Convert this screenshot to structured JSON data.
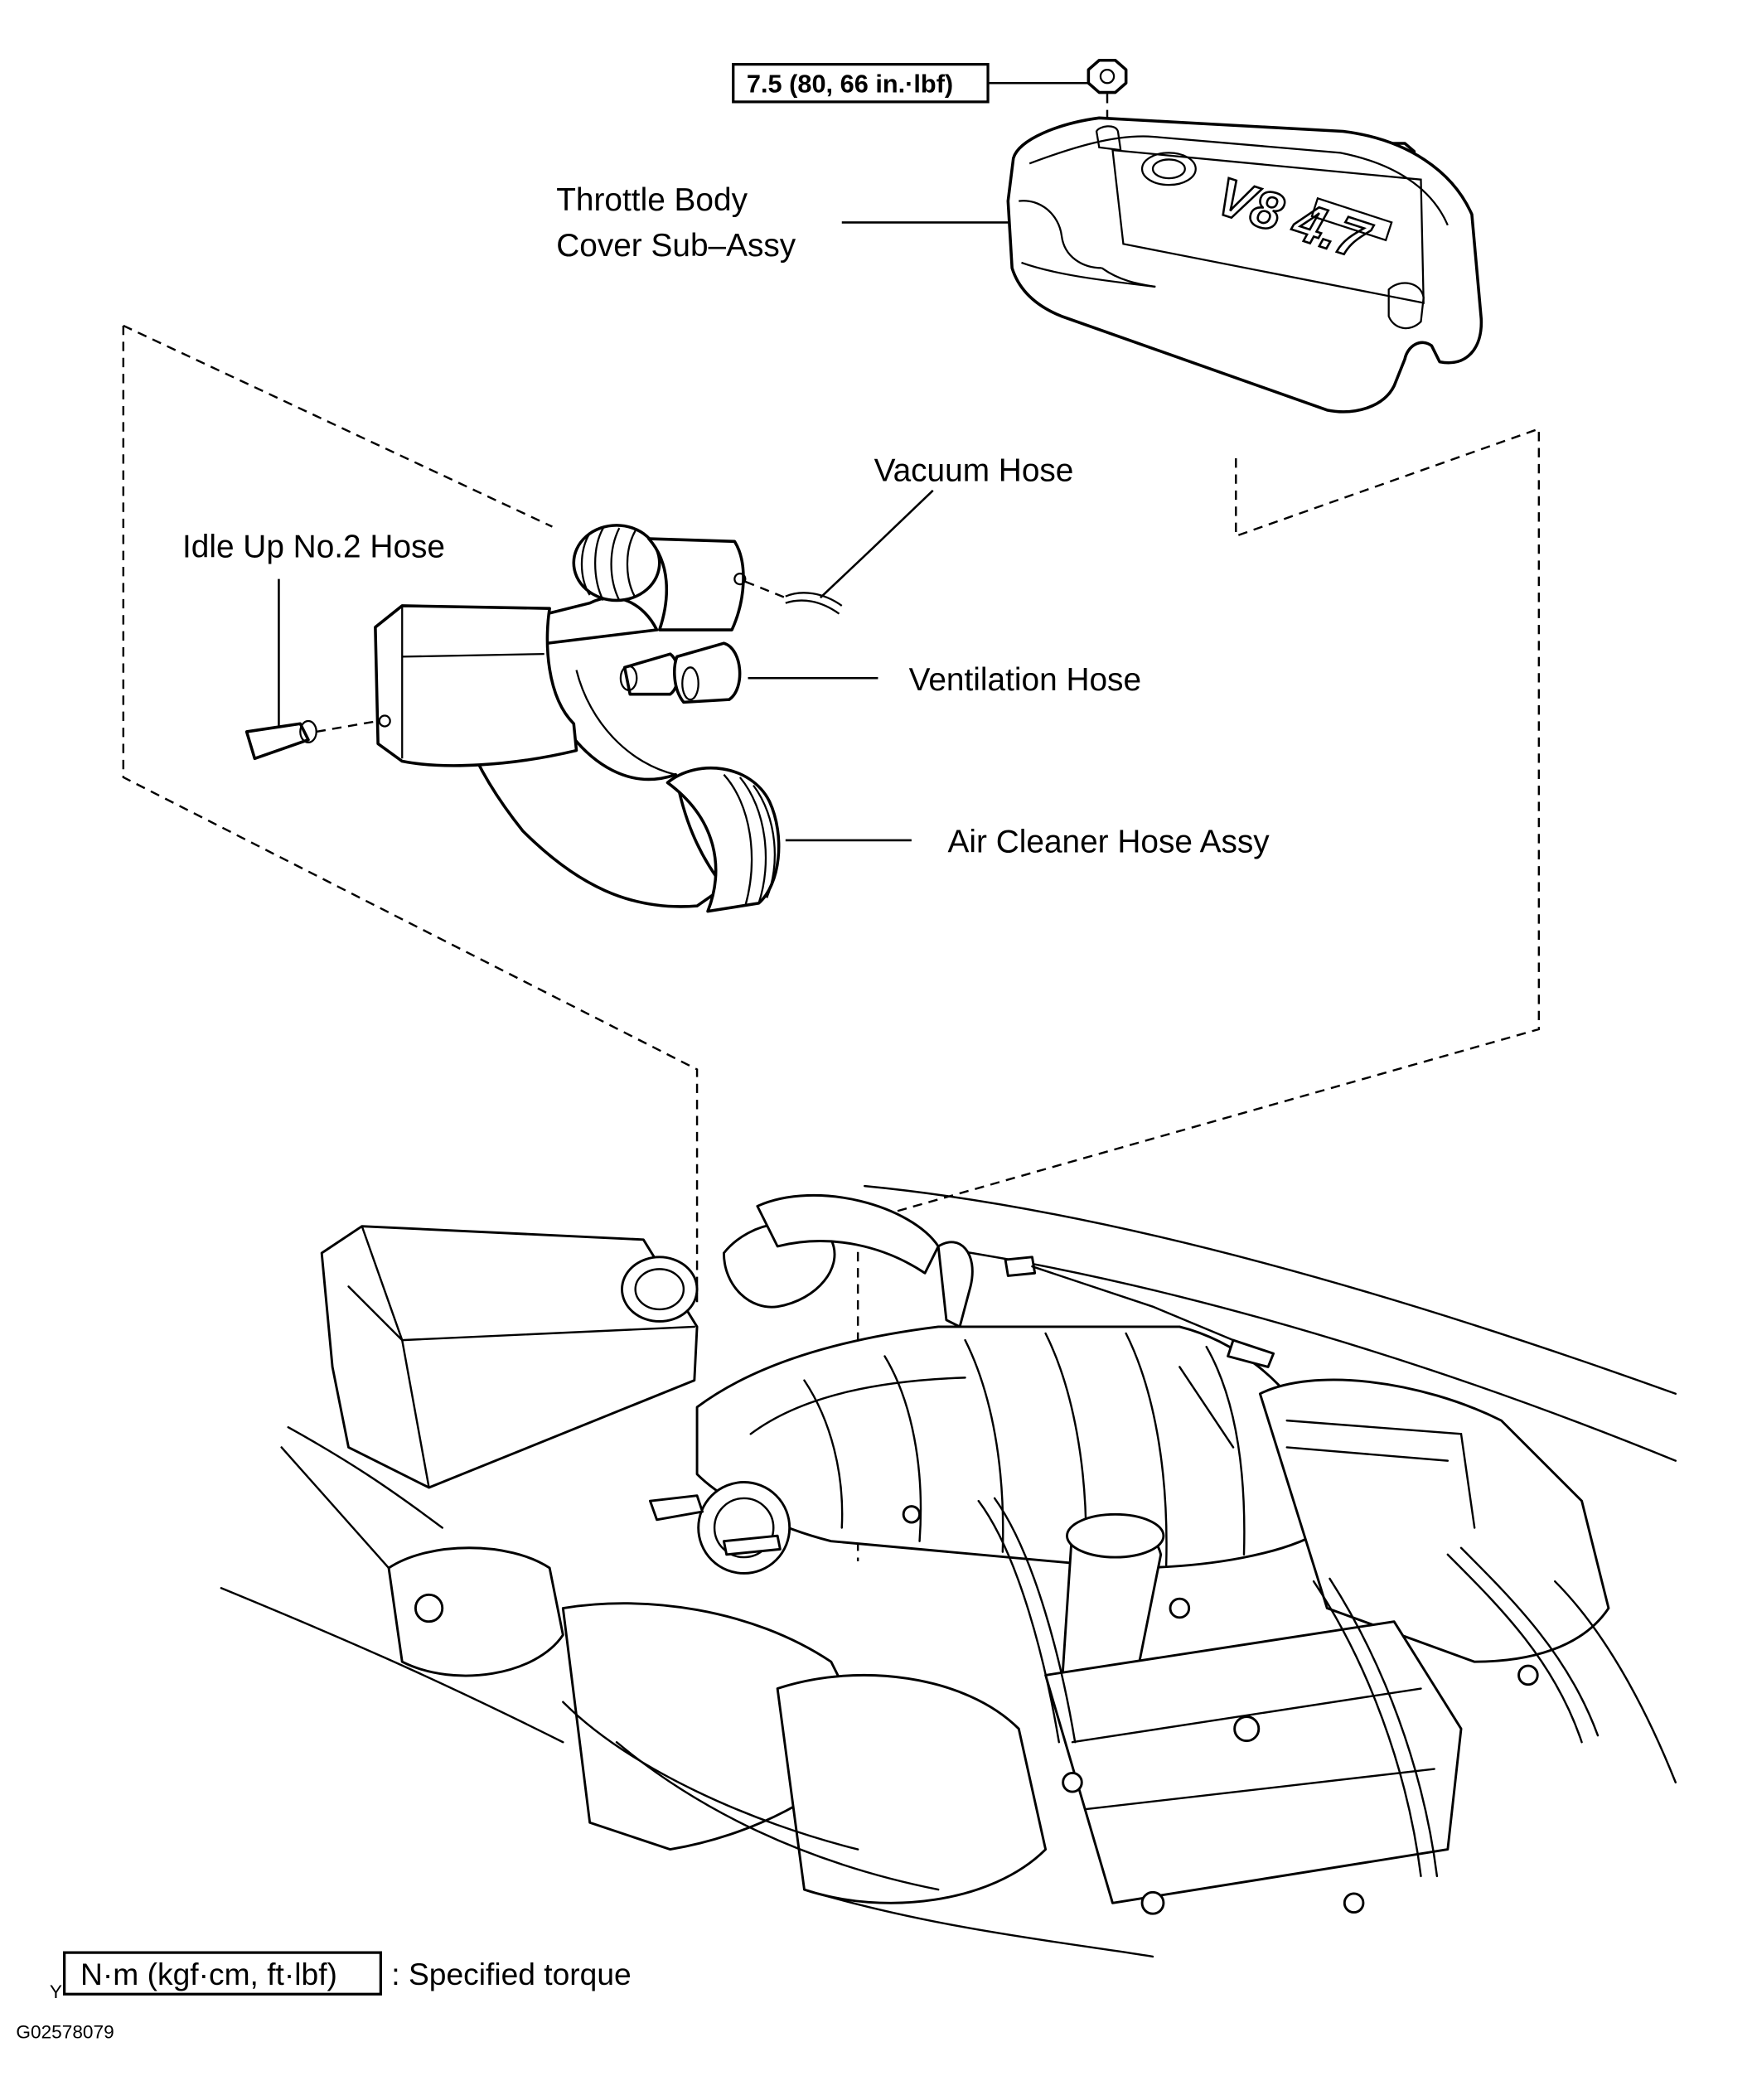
{
  "labels": {
    "torque_spec": "7.5 (80, 66 in.·lbf)",
    "throttle_cover_line1": "Throttle Body",
    "throttle_cover_line2": "Cover Sub–Assy",
    "vacuum_hose": "Vacuum Hose",
    "idle_up_hose": "Idle Up No.2 Hose",
    "ventilation_hose": "Ventilation Hose",
    "air_cleaner_hose": "Air Cleaner Hose Assy"
  },
  "legend": {
    "unit_box": "N·m (kgf·cm, ft·lbf)",
    "description": ": Specified torque"
  },
  "footer": {
    "corner_mark": "Y",
    "figure_id": "G02578079"
  },
  "cover_emblem": "V8 4.7"
}
